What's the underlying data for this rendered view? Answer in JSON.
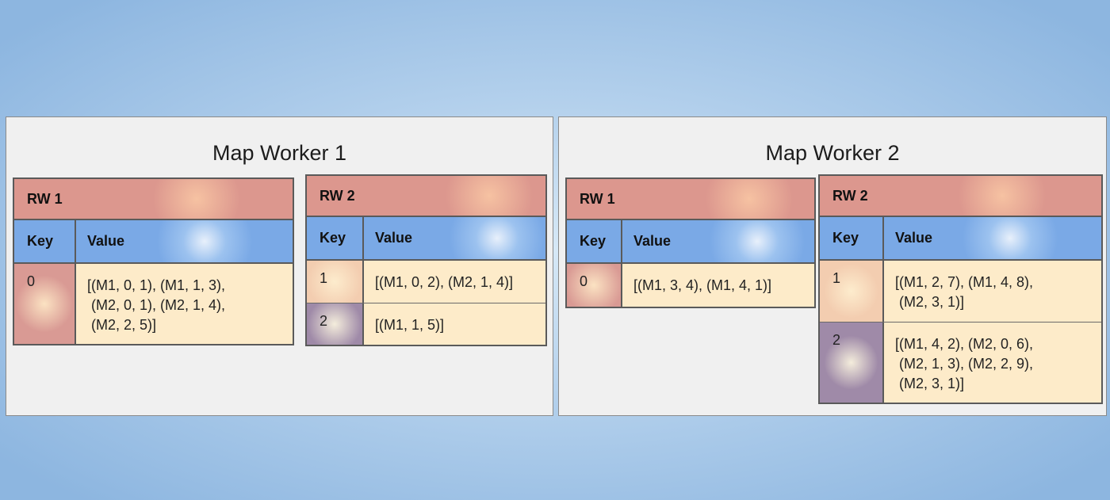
{
  "workers": [
    {
      "title": "Map Worker 1",
      "tables": [
        {
          "title": "RW 1",
          "key_header": "Key",
          "value_header": "Value",
          "rows": [
            {
              "key": "0",
              "value": "[(M1, 0, 1), (M1, 1, 3),\n (M2, 0, 1), (M2, 1, 4),\n (M2, 2, 5)]"
            }
          ]
        },
        {
          "title": "RW 2",
          "key_header": "Key",
          "value_header": "Value",
          "rows": [
            {
              "key": "1",
              "value": "[(M1, 0, 2), (M2, 1, 4)]"
            },
            {
              "key": "2",
              "value": "[(M1, 1, 5)]"
            }
          ]
        }
      ]
    },
    {
      "title": "Map Worker 2",
      "tables": [
        {
          "title": "RW 1",
          "key_header": "Key",
          "value_header": "Value",
          "rows": [
            {
              "key": "0",
              "value": "[(M1, 3, 4), (M1, 4, 1)]"
            }
          ]
        },
        {
          "title": "RW 2",
          "key_header": "Key",
          "value_header": "Value",
          "rows": [
            {
              "key": "1",
              "value": "[(M1, 2, 7), (M1, 4, 8),\n (M2, 3, 1)]"
            },
            {
              "key": "2",
              "value": "[(M1, 4, 2), (M2, 0, 6),\n (M2, 1, 3), (M2, 2, 9),\n (M2, 3, 1)]"
            }
          ]
        }
      ]
    }
  ]
}
